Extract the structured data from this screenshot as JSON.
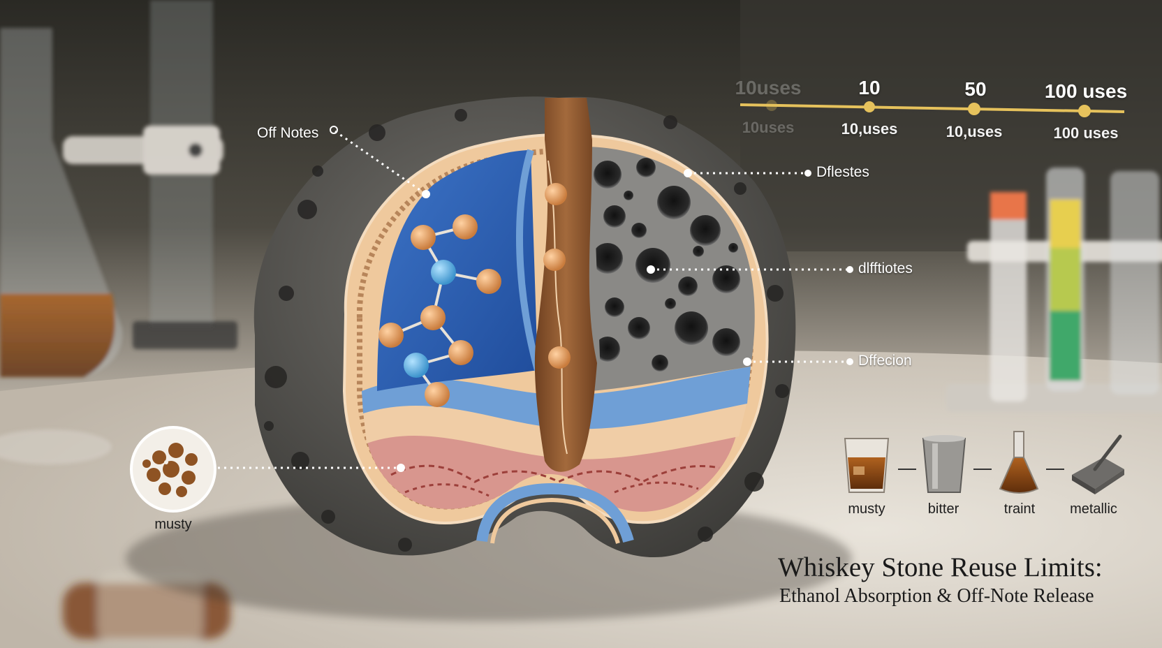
{
  "title": "Whiskey Stone Reuse Limits:",
  "subtitle": "Ethanol Absorption & Off-Note Release",
  "callouts": {
    "off_notes": "Off Notes",
    "label_top": "Dflestes",
    "label_mid": "dlfftiotes",
    "label_low": "Dffecion",
    "musty_inset": "musty"
  },
  "usage_scale": {
    "ticks": [
      {
        "top": "10uses",
        "bottom": "10uses",
        "faded": true
      },
      {
        "top": "10",
        "bottom": "10,uses",
        "faded": false
      },
      {
        "top": "50",
        "bottom": "10,uses",
        "faded": false
      },
      {
        "top": "100 uses",
        "bottom": "100 uses",
        "faded": false
      }
    ]
  },
  "off_note_types": [
    "musty",
    "bitter",
    "traint",
    "metallic"
  ],
  "colors": {
    "stone": "#5d5c58",
    "liquid_blue": "#2e62b8",
    "light_blue": "#6f9fd6",
    "cream": "#efc99d",
    "pink": "#d8968e",
    "channel": "#8a5530",
    "sphere": "#e3a062",
    "sphere_blue": "#5cb1e4",
    "scale_gold": "#e6c25c"
  }
}
